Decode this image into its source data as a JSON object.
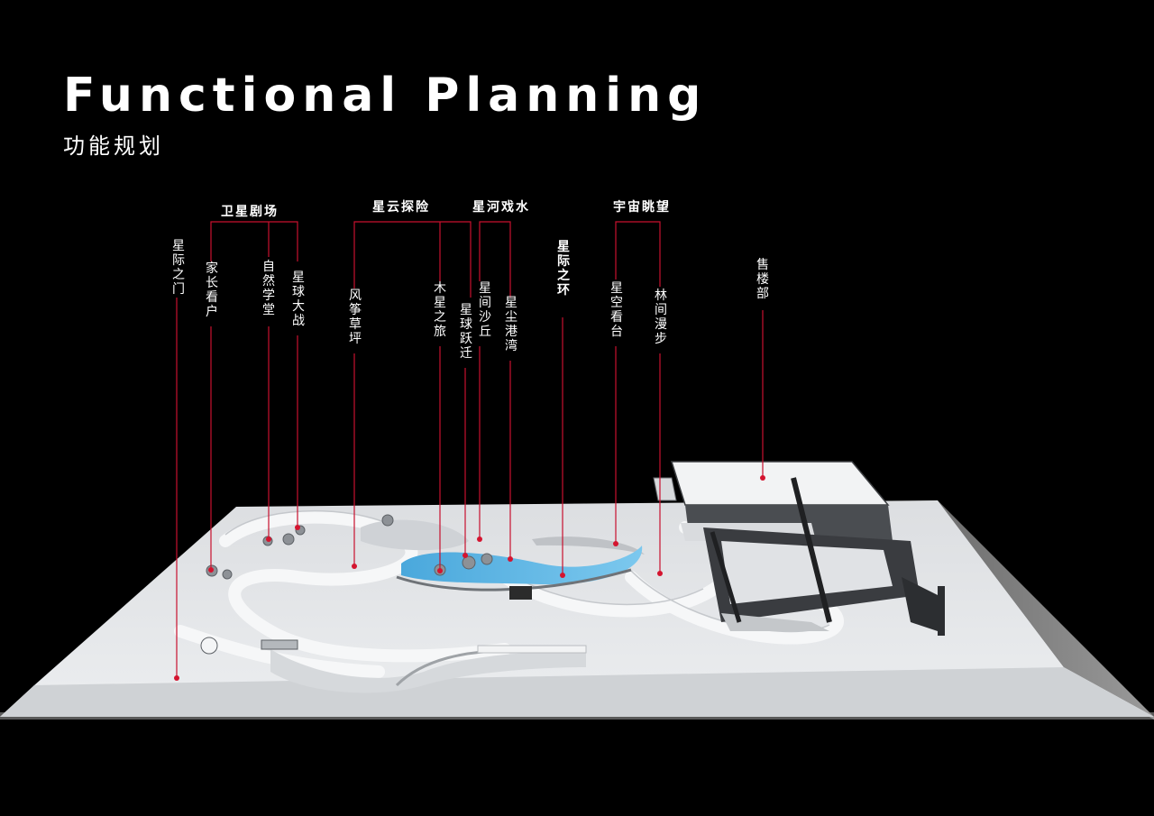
{
  "header": {
    "title": "Functional Planning",
    "subtitle": "功能规划"
  },
  "colors": {
    "background": "#000000",
    "leader_line": "#c8102e",
    "water": "#5bb8e6",
    "ground": "#e4e6e8",
    "base_side": "#8a8a8a"
  },
  "groups": {
    "satellite_theater": "卫星剧场",
    "nebula_adventure": "星云探险",
    "galaxy_water": "星河戏水",
    "cosmos_view": "宇宙眺望"
  },
  "labels": {
    "star_gate": "星际之门",
    "parent_watch": "家长看户",
    "nature_hall": "自然学堂",
    "planet_battle": "星球大战",
    "kite_lawn": "风筝草坪",
    "jupiter_trip": "木星之旅",
    "planet_jump": "星球跃迁",
    "star_dune": "星间沙丘",
    "stardust_bay": "星尘港湾",
    "star_ring": "星际之环",
    "sky_deck": "星空看台",
    "forest_walk": "林间漫步",
    "sales_office": "售楼部"
  }
}
